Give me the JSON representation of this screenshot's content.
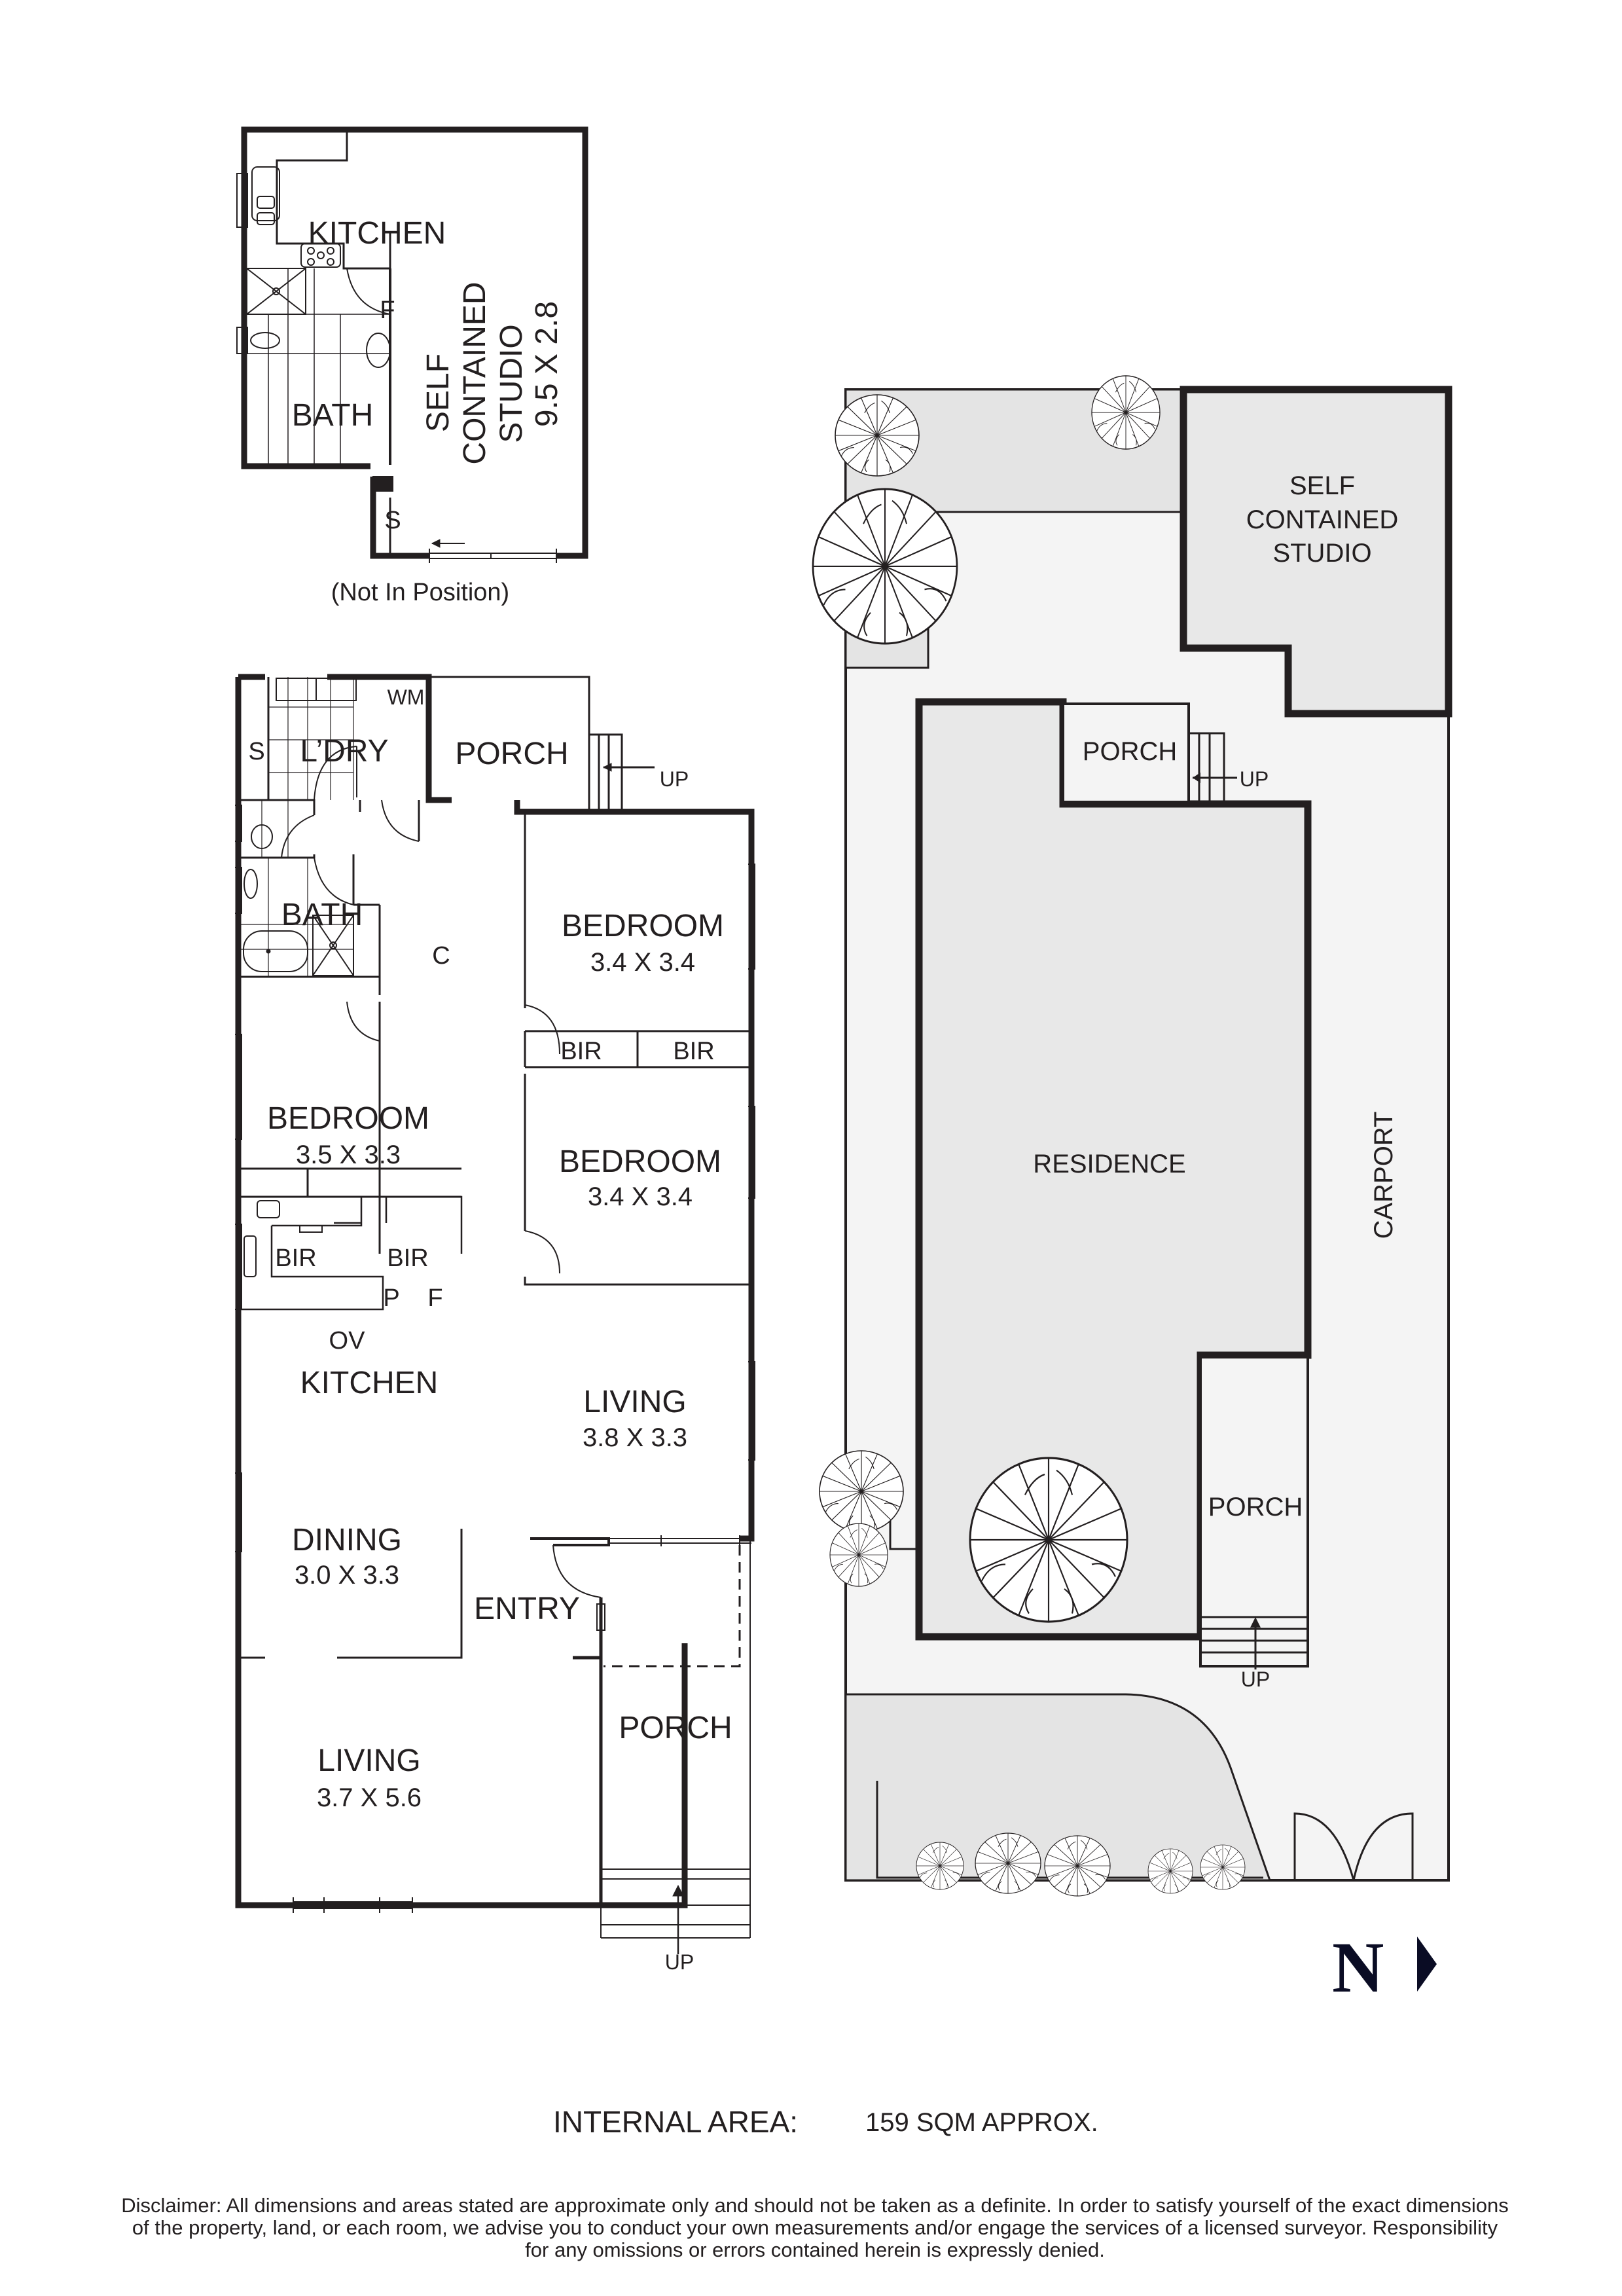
{
  "studio_plan": {
    "rooms": {
      "kitchen": "KITCHEN",
      "fridge": "F",
      "bath": "BATH",
      "storage": "S",
      "studio_line1": "SELF",
      "studio_line2": "CONTAINED",
      "studio_line3": "STUDIO",
      "studio_dim": "9.5 X 2.8"
    },
    "note": "(Not In Position)"
  },
  "house_plan": {
    "rooms": {
      "storage": "S",
      "laundry": "L’DRY",
      "washing_machine": "WM",
      "rear_porch": "PORCH",
      "rear_porch_up": "UP",
      "bath": "BATH",
      "cupboard": "C",
      "bedroom_1": {
        "name": "BEDROOM",
        "dim": "3.4 X 3.4"
      },
      "bedroom_1_bir_a": "BIR",
      "bedroom_1_bir_b": "BIR",
      "bedroom_2": {
        "name": "BEDROOM",
        "dim": "3.4 X 3.4"
      },
      "bedroom_3": {
        "name": "BEDROOM",
        "dim": "3.5 X 3.3"
      },
      "bedroom_3_bir_a": "BIR",
      "bedroom_3_bir_b": "BIR",
      "pantry": "P",
      "fridge": "F",
      "oven": "OV",
      "kitchen": "KITCHEN",
      "living_rear": {
        "name": "LIVING",
        "dim": "3.8 X 3.3"
      },
      "dining": {
        "name": "DINING",
        "dim": "3.0 X 3.3"
      },
      "entry": "ENTRY",
      "living_front": {
        "name": "LIVING",
        "dim": "3.7 X 5.6"
      },
      "front_porch": "PORCH",
      "front_porch_up": "UP"
    }
  },
  "site_plan": {
    "studio_line1": "SELF",
    "studio_line2": "CONTAINED",
    "studio_line3": "STUDIO",
    "rear_porch": "PORCH",
    "rear_porch_up": "UP",
    "residence": "RESIDENCE",
    "carport": "CARPORT",
    "side_porch": "PORCH",
    "side_porch_up": "UP",
    "fill_colors": {
      "site": "#f4f4f4",
      "building": "#e8e8e8",
      "garden": "#e4e4e4"
    }
  },
  "compass": {
    "label": "N",
    "icon": "north-arrow-icon",
    "color": "#0a0c24"
  },
  "internal_area": {
    "label": "INTERNAL AREA:",
    "value": "159 SQM APPROX."
  },
  "disclaimer": {
    "line1": "Disclaimer: All dimensions and areas stated are approximate only and should not be taken as a definite. In order to satisfy yourself of the exact dimensions",
    "line2": "of the property, land, or each room, we advise you to conduct your own measurements and/or engage the services of a licensed surveyor. Responsibility",
    "line3": "for any omissions or errors contained herein is expressly denied."
  }
}
